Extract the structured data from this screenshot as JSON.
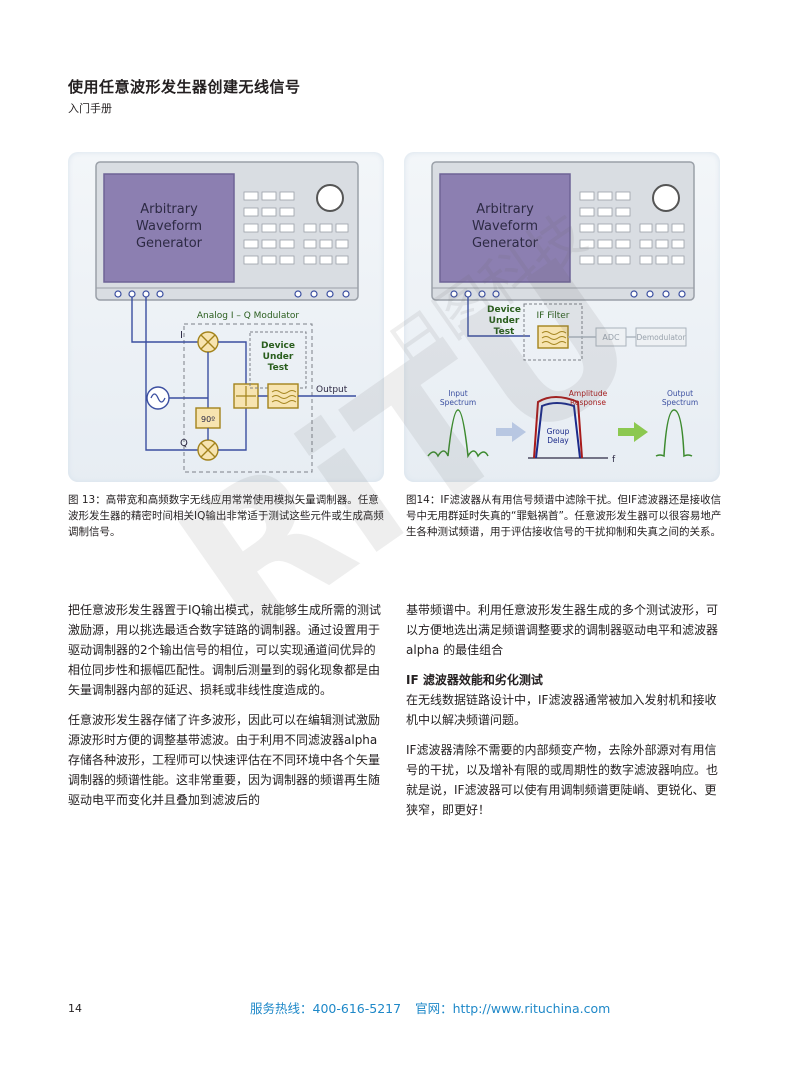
{
  "header": {
    "title": "使用任意波形发生器创建无线信号",
    "subtitle": "入门手册"
  },
  "figure13": {
    "awg_label": [
      "Arbitrary",
      "Waveform",
      "Generator"
    ],
    "modulator_label": "Analog I – Q Modulator",
    "i_label": "I",
    "q_label": "Q",
    "phase_label": "90º",
    "dut_label": [
      "Device",
      "Under",
      "Test"
    ],
    "output_label": "Output",
    "caption": "图 13：高带宽和高频数字无线应用常常使用模拟矢量调制器。任意波形发生器的精密时间相关IQ输出非常适于测试这些元件或生成高频调制信号。"
  },
  "figure14": {
    "awg_label": [
      "Arbitrary",
      "Waveform",
      "Generator"
    ],
    "dut_label": [
      "Device",
      "Under",
      "Test"
    ],
    "if_filter_label": "IF Filter",
    "adc_label": "ADC",
    "demod_label": "Demodulator",
    "input_spectrum_label": [
      "Input",
      "Spectrum"
    ],
    "amplitude_label": [
      "Amplitude",
      "Response"
    ],
    "group_delay_label": [
      "Group",
      "Delay"
    ],
    "output_spectrum_label": [
      "Output",
      "Spectrum"
    ],
    "freq_label": "f",
    "caption": "图14：IF滤波器从有用信号频谱中滤除干扰。但IF滤波器还是接收信号中无用群延时失真的“罪魁祸首”。任意波形发生器可以很容易地产生各种测试频谱，用于评估接收信号的干扰抑制和失真之间的关系。"
  },
  "body": {
    "left": [
      "把任意波形发生器置于IQ输出模式，就能够生成所需的测试激励源，用以挑选最适合数字链路的调制器。通过设置用于驱动调制器的2个输出信号的相位，可以实现通道间优异的相位同步性和振幅匹配性。调制后测量到的弱化现象都是由矢量调制器内部的延迟、损耗或非线性度造成的。",
      "任意波形发生器存储了许多波形，因此可以在编辑测试激励源波形时方便的调整基带滤波。由于利用不同滤波器alpha存储各种波形，工程师可以快速评估在不同环境中各个矢量调制器的频谱性能。这非常重要，因为调制器的频谱再生随驱动电平而变化并且叠加到滤波后的"
    ],
    "right_intro": "基带频谱中。利用任意波形发生器生成的多个测试波形，可以方便地选出满足频谱调整要求的调制器驱动电平和滤波器 alpha 的最佳组合",
    "section_heading": "IF 滤波器效能和劣化测试",
    "right": [
      "在无线数据链路设计中，IF滤波器通常被加入发射机和接收机中以解决频谱问题。",
      "IF滤波器清除不需要的内部频变产物，去除外部源对有用信号的干扰，以及增补有限的或周期性的数字滤波器响应。也就是说，IF滤波器可以使有用调制频谱更陡峭、更锐化、更狭窄，即更好！"
    ]
  },
  "footer": {
    "page_number": "14",
    "hotline": "服务热线：400-616-5217",
    "website": "官网：http://www.rituchina.com"
  },
  "watermark": {
    "logo_text": "RiTU",
    "company_text": "日图科技"
  },
  "colors": {
    "screen": "#8c7fb1",
    "diagram_line": "#3b4fa0",
    "block_fill": "#f7e4b0",
    "block_stroke": "#a3831c",
    "accent_text": "#2a5e1e",
    "link_blue": "#1e88c8",
    "amp_curve": "#a81b1b",
    "delay_curve": "#1b2a8a",
    "arrow_green": "#8cc850"
  }
}
